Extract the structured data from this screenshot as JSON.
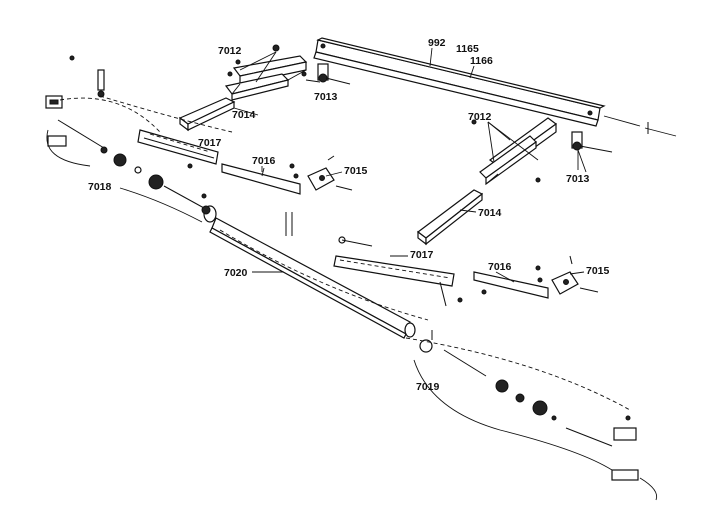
{
  "labels": {
    "l992": "992",
    "l1165": "1165",
    "l1166": "1166",
    "l7012a": "7012",
    "l7013a": "7013",
    "l7014a": "7014",
    "l7017a": "7017",
    "l7016a": "7016",
    "l7015a": "7015",
    "l7018": "7018",
    "l7012b": "7012",
    "l7013b": "7013",
    "l7014b": "7014",
    "l7017b": "7017",
    "l7016b": "7016",
    "l7015b": "7015",
    "l7020": "7020",
    "l7019": "7019"
  }
}
